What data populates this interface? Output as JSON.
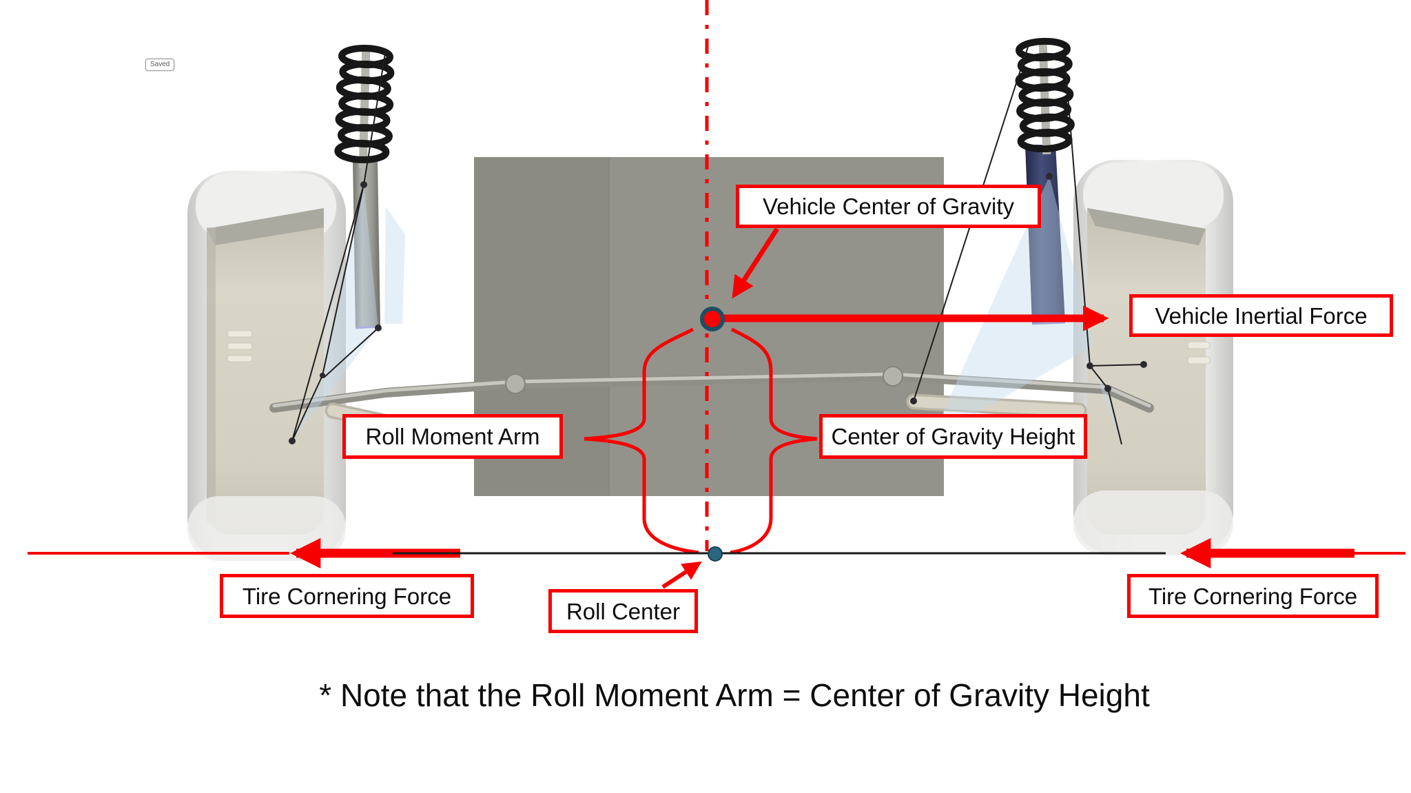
{
  "badge": {
    "label": "Saved"
  },
  "annotations": {
    "vehicle_center_of_gravity": "Vehicle Center of Gravity",
    "vehicle_inertial_force": "Vehicle Inertial Force",
    "roll_moment_arm": "Roll Moment Arm",
    "center_of_gravity_height": "Center of Gravity Height",
    "tire_cornering_force_left": "Tire Cornering Force",
    "tire_cornering_force_right": "Tire Cornering Force",
    "roll_center": "Roll Center"
  },
  "note": "* Note that the Roll Moment Arm = Center of Gravity Height",
  "colors": {
    "annotation_red": "#F60000",
    "cg_dot_fill": "#FF0000",
    "cg_dot_ring": "#1D4E63",
    "roll_center_dot": "#2A677F",
    "ground_line": "#1A1A1A",
    "body_panel_left": "#8B8B84",
    "body_panel_right": "#93938C"
  },
  "diagram": {
    "type": "front-suspension-roll-geometry",
    "depicted_parts": [
      "left tire",
      "right tire",
      "left coil spring",
      "right coil spring",
      "left strut",
      "right strut",
      "anti-roll bar",
      "lower control arms",
      "vehicle body panel",
      "ground line",
      "vehicle centerline",
      "center of gravity point",
      "roll center point"
    ]
  }
}
